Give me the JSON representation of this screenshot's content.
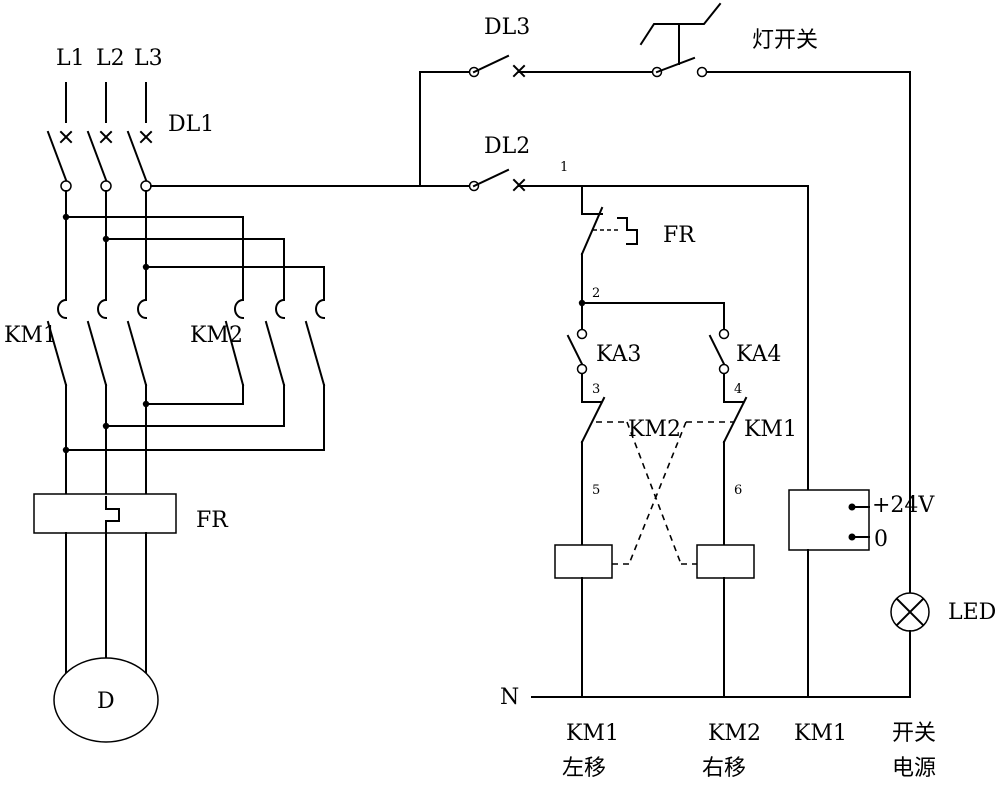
{
  "phases": {
    "l1": "L1",
    "l2": "L2",
    "l3": "L3"
  },
  "breakers": {
    "dl1": "DL1",
    "dl2": "DL2",
    "dl3": "DL3"
  },
  "contactors": {
    "km1_main": "KM1",
    "km2_main": "KM2",
    "km2_interlock": "KM2",
    "km1_interlock": "KM1"
  },
  "relays": {
    "ka3": "KA3",
    "ka4": "KA4"
  },
  "overload": {
    "fr_power": "FR",
    "fr_control": "FR"
  },
  "motor": {
    "label": "D"
  },
  "switches": {
    "light_switch": "灯开关"
  },
  "power_supply": {
    "plus": "+24V",
    "zero": "0"
  },
  "lamp": {
    "label": "LED"
  },
  "neutral": {
    "label": "N"
  },
  "nodes": [
    "1",
    "2",
    "3",
    "4",
    "5",
    "6"
  ],
  "bottom_labels": {
    "col1_line1": "KM1",
    "col1_line2": "左移",
    "col2_line1": "KM2",
    "col2_line2": "右移",
    "col3_line1": "KM1",
    "col4_line1": "开关",
    "col4_line2": "电源"
  }
}
